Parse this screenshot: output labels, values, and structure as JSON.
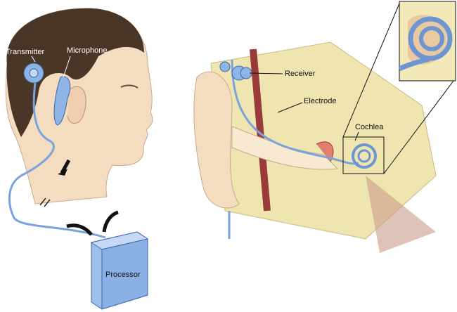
{
  "labels": {
    "transmitter": "Transmitter",
    "microphone": "Microphone",
    "receiver": "Receiver",
    "electrode": "Electrode",
    "cochlea": "Cochlea",
    "processor": "Processor"
  },
  "colors": {
    "skin": "#f4dcc0",
    "hair": "#4a3626",
    "device_blue": "#8fb4e6",
    "bone": "#efe5b0",
    "cochlea_inset_bg": "#f3e8b8"
  }
}
